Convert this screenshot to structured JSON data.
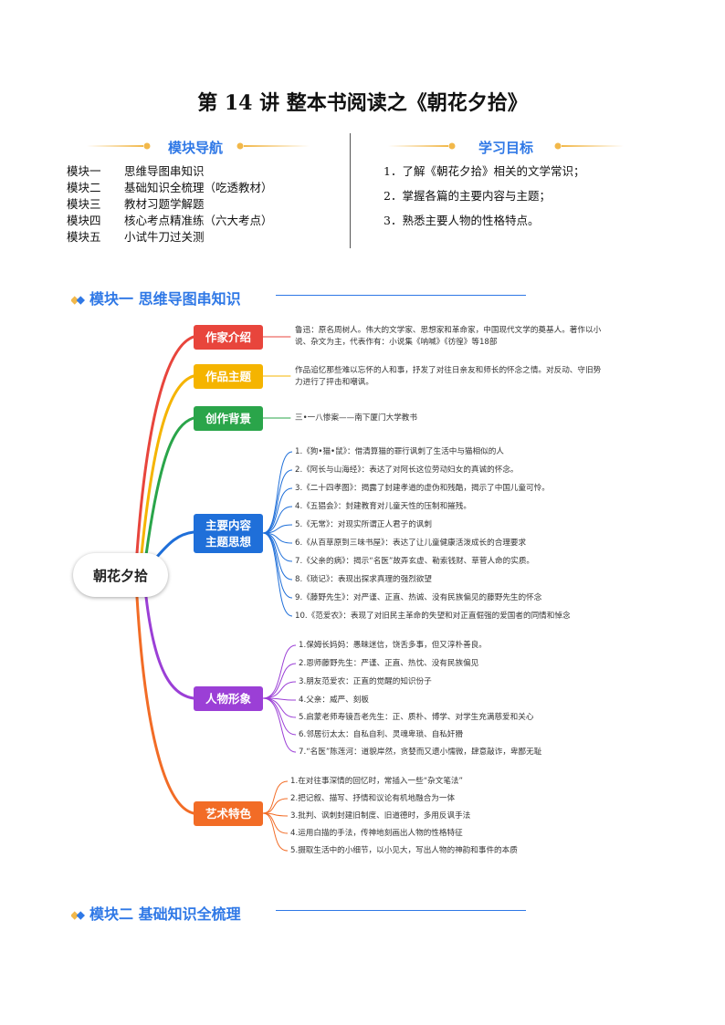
{
  "title": "第 14 讲  整本书阅读之《朝花夕拾》",
  "nav": {
    "heading": "模块导航",
    "items": [
      {
        "key": "模块一",
        "label": "思维导图串知识"
      },
      {
        "key": "模块二",
        "label": "基础知识全梳理（吃透教材）"
      },
      {
        "key": "模块三",
        "label": "教材习题学解题"
      },
      {
        "key": "模块四",
        "label": "核心考点精准练（六大考点）"
      },
      {
        "key": "模块五",
        "label": "小试牛刀过关测"
      }
    ]
  },
  "goals": {
    "heading": "学习目标",
    "items": [
      "1．了解《朝花夕拾》相关的文学常识；",
      "2．掌握各篇的主要内容与主题；",
      "3．熟悉主要人物的性格特点。"
    ]
  },
  "module1": {
    "title": "模块一 思维导图串知识"
  },
  "module2": {
    "title": "模块二 基础知识全梳理"
  },
  "mindmap": {
    "center": "朝花夕拾",
    "categories": [
      {
        "label": "作家介绍",
        "color": "#e8453c",
        "text": "鲁迅：原名周树人。伟大的文学家、思想家和革命家，中国现代文学的奠基人。著作以小说、杂文为主，代表作有：小说集《呐喊》《彷徨》等18部"
      },
      {
        "label": "作品主题",
        "color": "#f5b400",
        "text": "作品追忆那些难以忘怀的人和事，抒发了对往日亲友和师长的怀念之情。对反动、守旧势力进行了抨击和嘲讽。"
      },
      {
        "label": "创作背景",
        "color": "#2aa54a",
        "text": "三•一八惨案——南下厦门大学教书"
      },
      {
        "label": "主要内容主题思想",
        "line1": "主要内容",
        "line2": "主题思想",
        "color": "#1f6fd9",
        "items": [
          "1.《狗•猫•鼠》：借清算猫的罪行讽刺了生活中与猫相似的人",
          "2.《阿长与山海经》：表达了对阿长这位劳动妇女的真诚的怀念。",
          "3.《二十四孝图》：揭露了封建孝道的虚伪和残酷，揭示了中国儿童可怜。",
          "4.《五猖会》：封建教育对儿童天性的压制和摧残。",
          "5.《无常》：对现实所谓正人君子的讽刺",
          "6.《从百草原到三味书屋》：表达了让儿童健康活泼成长的合理要求",
          "7.《父亲的病》：揭示“名医”故弄玄虚、勒索钱财、草菅人命的实质。",
          "8.《琐记》：表现出探求真理的强烈欲望",
          "9.《藤野先生》：对严谨、正直、热诚、没有民族偏见的藤野先生的怀念",
          "10.《范爱农》：表现了对旧民主革命的失望和对正直倔强的爱国者的同情和悼念"
        ]
      },
      {
        "label": "人物形象",
        "color": "#9b3fd6",
        "items": [
          "1.保姆长妈妈：愚昧迷信，饶舌多事，但又淳朴善良。",
          "2.恩师藤野先生：严谨、正直、热忱、没有民族偏见",
          "3.朋友范爱农：正直的觉醒的知识份子",
          "4.父亲：威严、刻板",
          "5.启蒙老师寿镜吾老先生：正、质朴、博学、对学生充满慈爱和关心",
          "6.邻居衍太太：自私自利、灵魂卑琐、自私奸猾",
          "7.“名医”陈莲河：道貌岸然，贪婪而又遗小懦微，肆意敲诈，卑鄙无耻"
        ]
      },
      {
        "label": "艺术特色",
        "color": "#f26c26",
        "items": [
          "1.在对往事深情的回忆时，常插入一些“杂文笔法”",
          "2.把记叙、描写、抒情和议论有机地融合为一体",
          "3.批判、讽刺封建旧制度、旧道德时，多用反讽手法",
          "4.运用白描的手法，传神地刻画出人物的性格特征",
          "5.摄取生活中的小细节，以小见大，写出人物的神韵和事件的本质"
        ]
      }
    ]
  }
}
